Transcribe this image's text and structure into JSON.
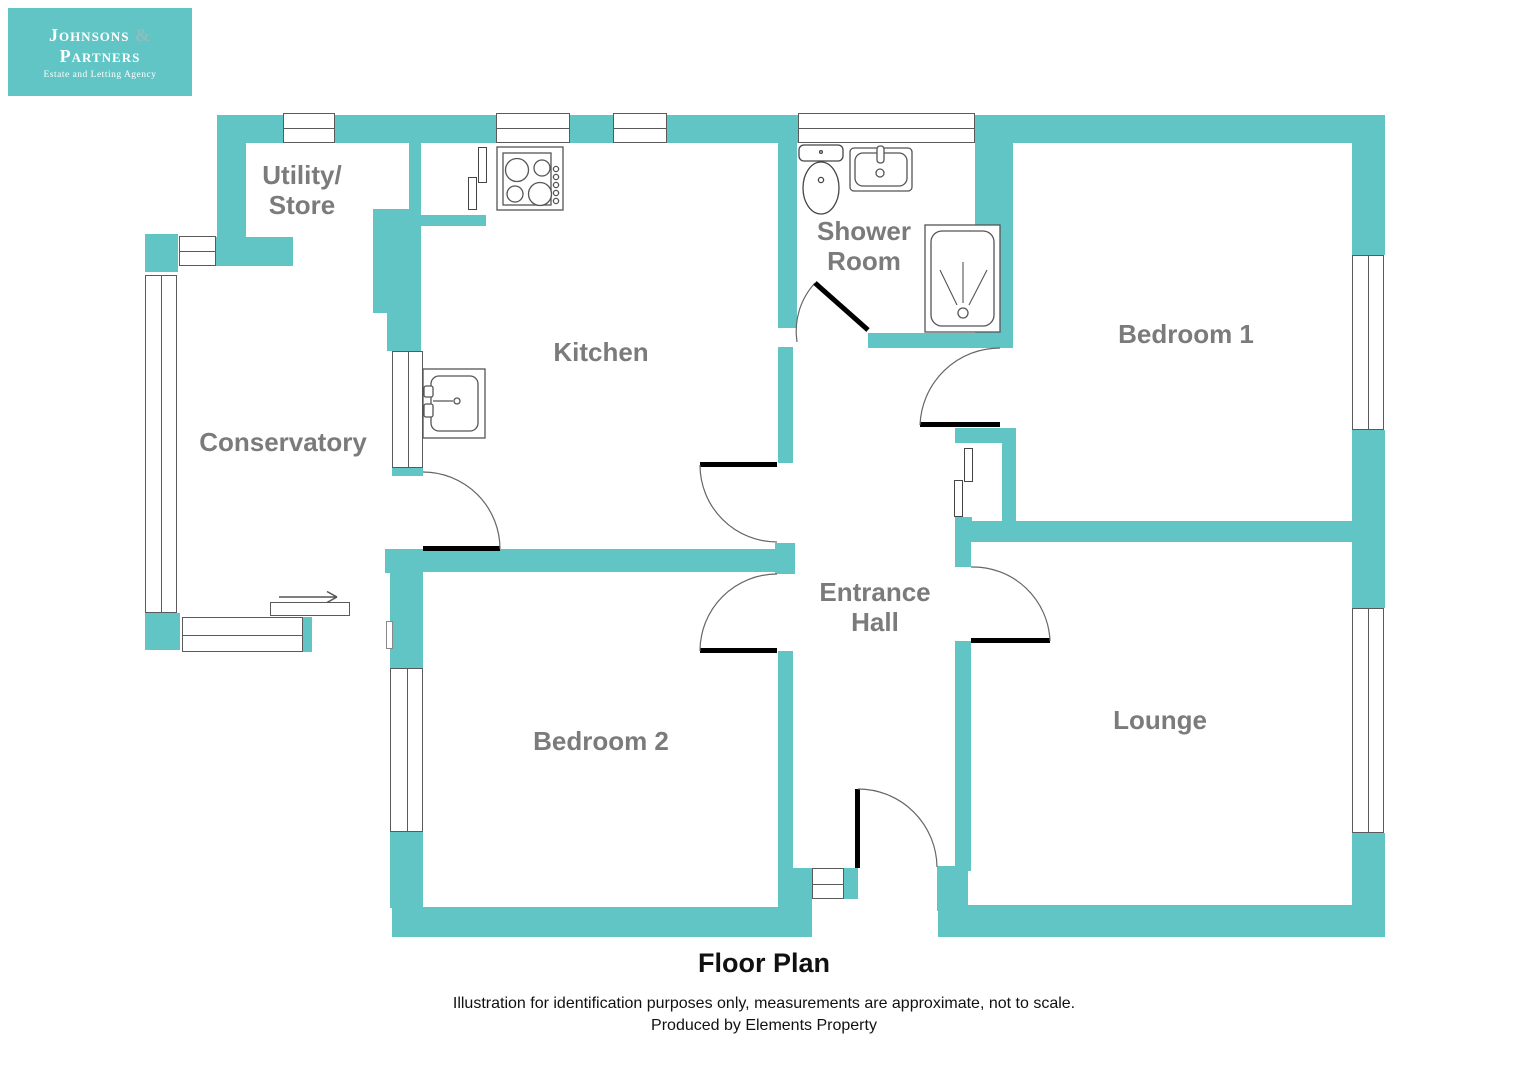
{
  "logo": {
    "johnsons": "Johnsons",
    "amp": "&",
    "partners": "Partners",
    "tagline": "Estate and Letting Agency"
  },
  "rooms": {
    "utility": {
      "line1": "Utility/",
      "line2": "Store"
    },
    "kitchen": {
      "label": "Kitchen"
    },
    "shower": {
      "line1": "Shower",
      "line2": "Room"
    },
    "conservatory": {
      "label": "Conservatory"
    },
    "bedroom1": {
      "label": "Bedroom 1"
    },
    "hall": {
      "line1": "Entrance",
      "line2": "Hall"
    },
    "bedroom2": {
      "label": "Bedroom 2"
    },
    "lounge": {
      "label": "Lounge"
    }
  },
  "footer": {
    "title": "Floor Plan",
    "disclaimer": "Illustration for identification purposes only, measurements are approximate, not to scale.",
    "credit": "Produced by Elements Property"
  },
  "colors": {
    "wall": "#61c4c5",
    "label": "#7b7b7b",
    "outline": "#4f4f4f"
  }
}
